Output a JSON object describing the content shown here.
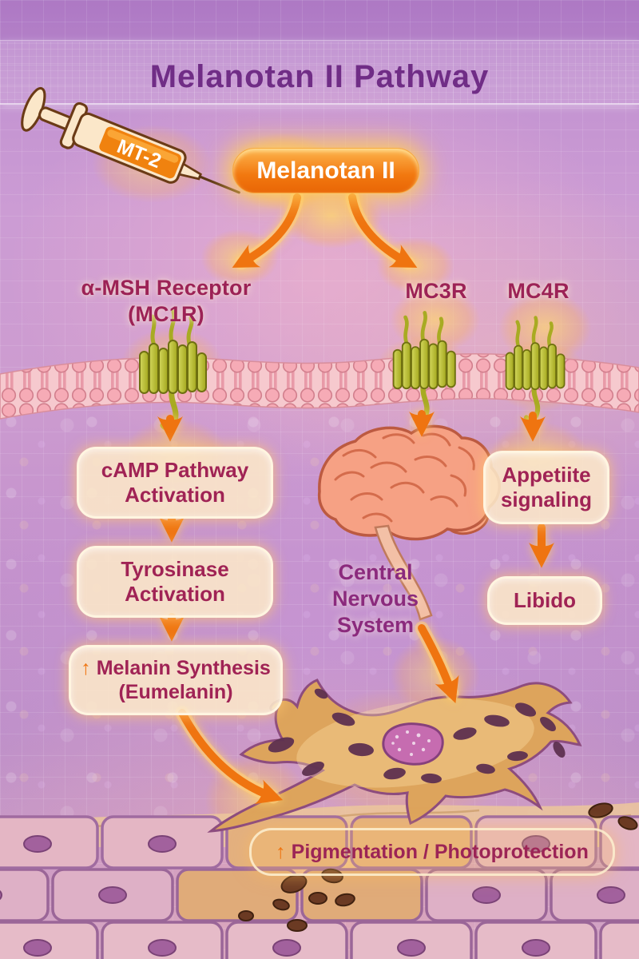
{
  "title": "Melanotan II Pathway",
  "syringe": {
    "label": "MT-2"
  },
  "ligand": {
    "label": "Melanotan II"
  },
  "receptors": {
    "mc1r": {
      "label": "α-MSH Receptor",
      "sub": "(MC1R)"
    },
    "mc3r": {
      "label": "MC3R"
    },
    "mc4r": {
      "label": "MC4R"
    }
  },
  "left_branch": {
    "step1": "cAMP Pathway Activation",
    "step2": "Tyrosinase Activation",
    "up_arrow": "↑",
    "step3": "Melanin Synthesis",
    "step3_sub": "(Eumelanin)"
  },
  "middle_branch": {
    "label": "Central Nervous System"
  },
  "right_branch": {
    "step1": "Appetiite signaling",
    "step2": "Libido"
  },
  "outcome": {
    "up_arrow": "↑",
    "label": "Pigmentation / Photoprotection"
  },
  "colors": {
    "arrow_orange": "#ef7410",
    "ligand_orange": "#f0740e",
    "box_cream": "#fbe7c7",
    "label_magenta": "#a02355",
    "title_purple": "#702d86",
    "membrane_pink": "#f6abb6",
    "receptor_olive": "#b9bd3b",
    "background_lavender": "#c99cd2"
  }
}
